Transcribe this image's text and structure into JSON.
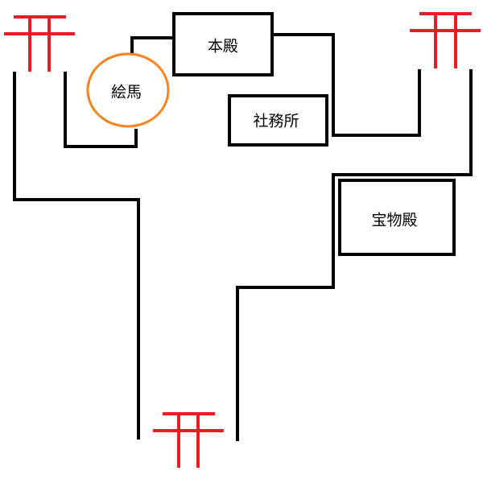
{
  "buildings": {
    "honden": "本殿",
    "ema": "絵馬",
    "shamusho": "社務所",
    "homotsuden": "宝物殿"
  },
  "colors": {
    "torii": "#ed1c24",
    "ema_outline": "#f7821f",
    "path": "#000000"
  },
  "icons": [
    "torii-gate-icon",
    "torii-gate-icon",
    "torii-gate-icon"
  ]
}
